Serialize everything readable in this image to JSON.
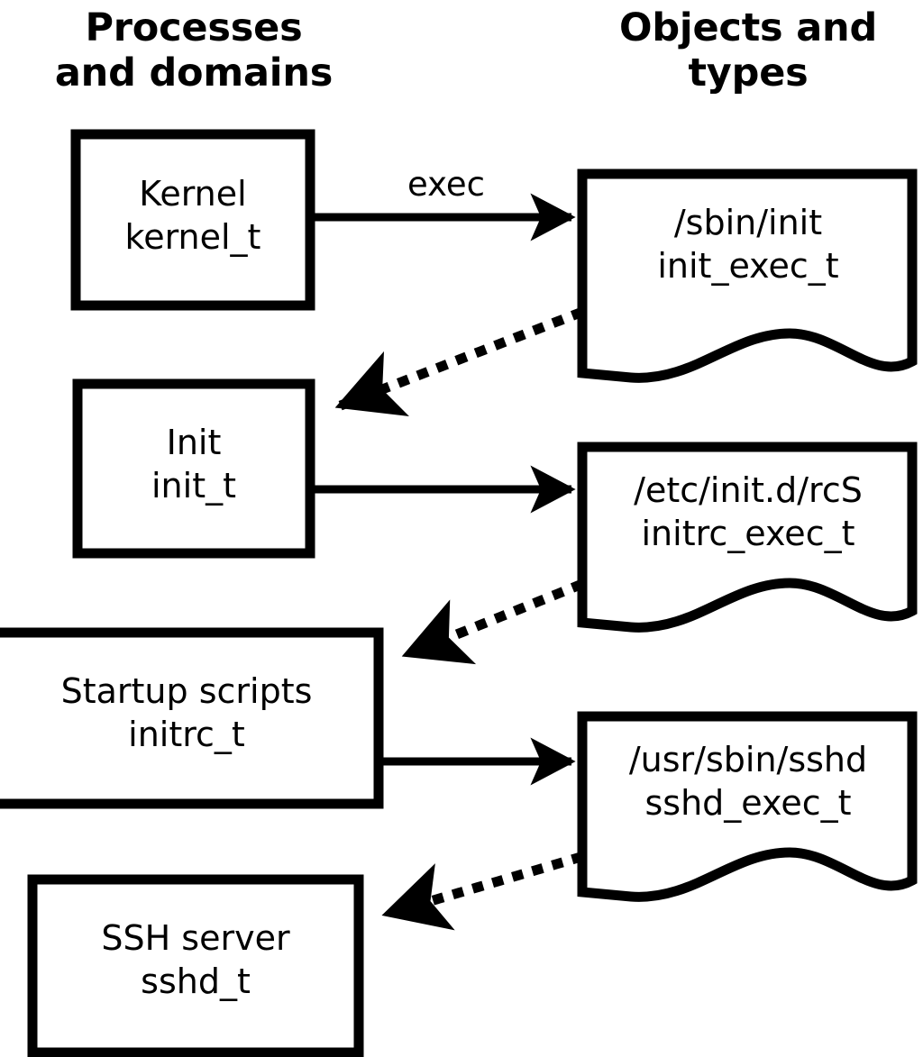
{
  "diagram": {
    "title_left": "Processes\nand domains",
    "title_right": "Objects and\ntypes",
    "columns": [
      {
        "id": "processes-and-domains",
        "heading": "Processes\nand domains"
      },
      {
        "id": "objects-and-types",
        "heading": "Objects and\ntypes"
      }
    ],
    "process_nodes": [
      {
        "id": "kernel",
        "name": "Kernel",
        "type": "kernel_t",
        "label": "Kernel\nkernel_t"
      },
      {
        "id": "init",
        "name": "Init",
        "type": "init_t",
        "label": "Init\ninit_t"
      },
      {
        "id": "startup-scripts",
        "name": "Startup scripts",
        "type": "initrc_t",
        "label": "Startup scripts\ninitrc_t"
      },
      {
        "id": "ssh-server",
        "name": "SSH server",
        "type": "sshd_t",
        "label": "SSH server\nsshd_t"
      }
    ],
    "object_nodes": [
      {
        "id": "sbin-init",
        "path": "/sbin/init",
        "type": "init_exec_t",
        "label": "/sbin/init\ninit_exec_t"
      },
      {
        "id": "etc-initd-rcs",
        "path": "/etc/init.d/rcS",
        "type": "initrc_exec_t",
        "label": "/etc/init.d/rcS\ninitrc_exec_t"
      },
      {
        "id": "usr-sbin-sshd",
        "path": "/usr/sbin/sshd",
        "type": "sshd_exec_t",
        "label": "/usr/sbin/sshd\nsshd_exec_t"
      }
    ],
    "edges": [
      {
        "id": "kernel-exec-sbin-init",
        "from": "kernel",
        "to": "sbin-init",
        "style": "solid",
        "label": "exec"
      },
      {
        "id": "sbin-init-transition-init",
        "from": "sbin-init",
        "to": "init",
        "style": "dotted",
        "label": ""
      },
      {
        "id": "init-exec-rcs",
        "from": "init",
        "to": "etc-initd-rcs",
        "style": "solid",
        "label": ""
      },
      {
        "id": "rcs-transition-initrc",
        "from": "etc-initd-rcs",
        "to": "startup-scripts",
        "style": "dotted",
        "label": ""
      },
      {
        "id": "initrc-exec-sshd",
        "from": "startup-scripts",
        "to": "usr-sbin-sshd",
        "style": "solid",
        "label": ""
      },
      {
        "id": "sshd-exec-transition-sshd",
        "from": "usr-sbin-sshd",
        "to": "ssh-server",
        "style": "dotted",
        "label": ""
      }
    ],
    "colors": {
      "stroke": "#000000",
      "background": "#ffffff",
      "text": "#000000"
    }
  }
}
